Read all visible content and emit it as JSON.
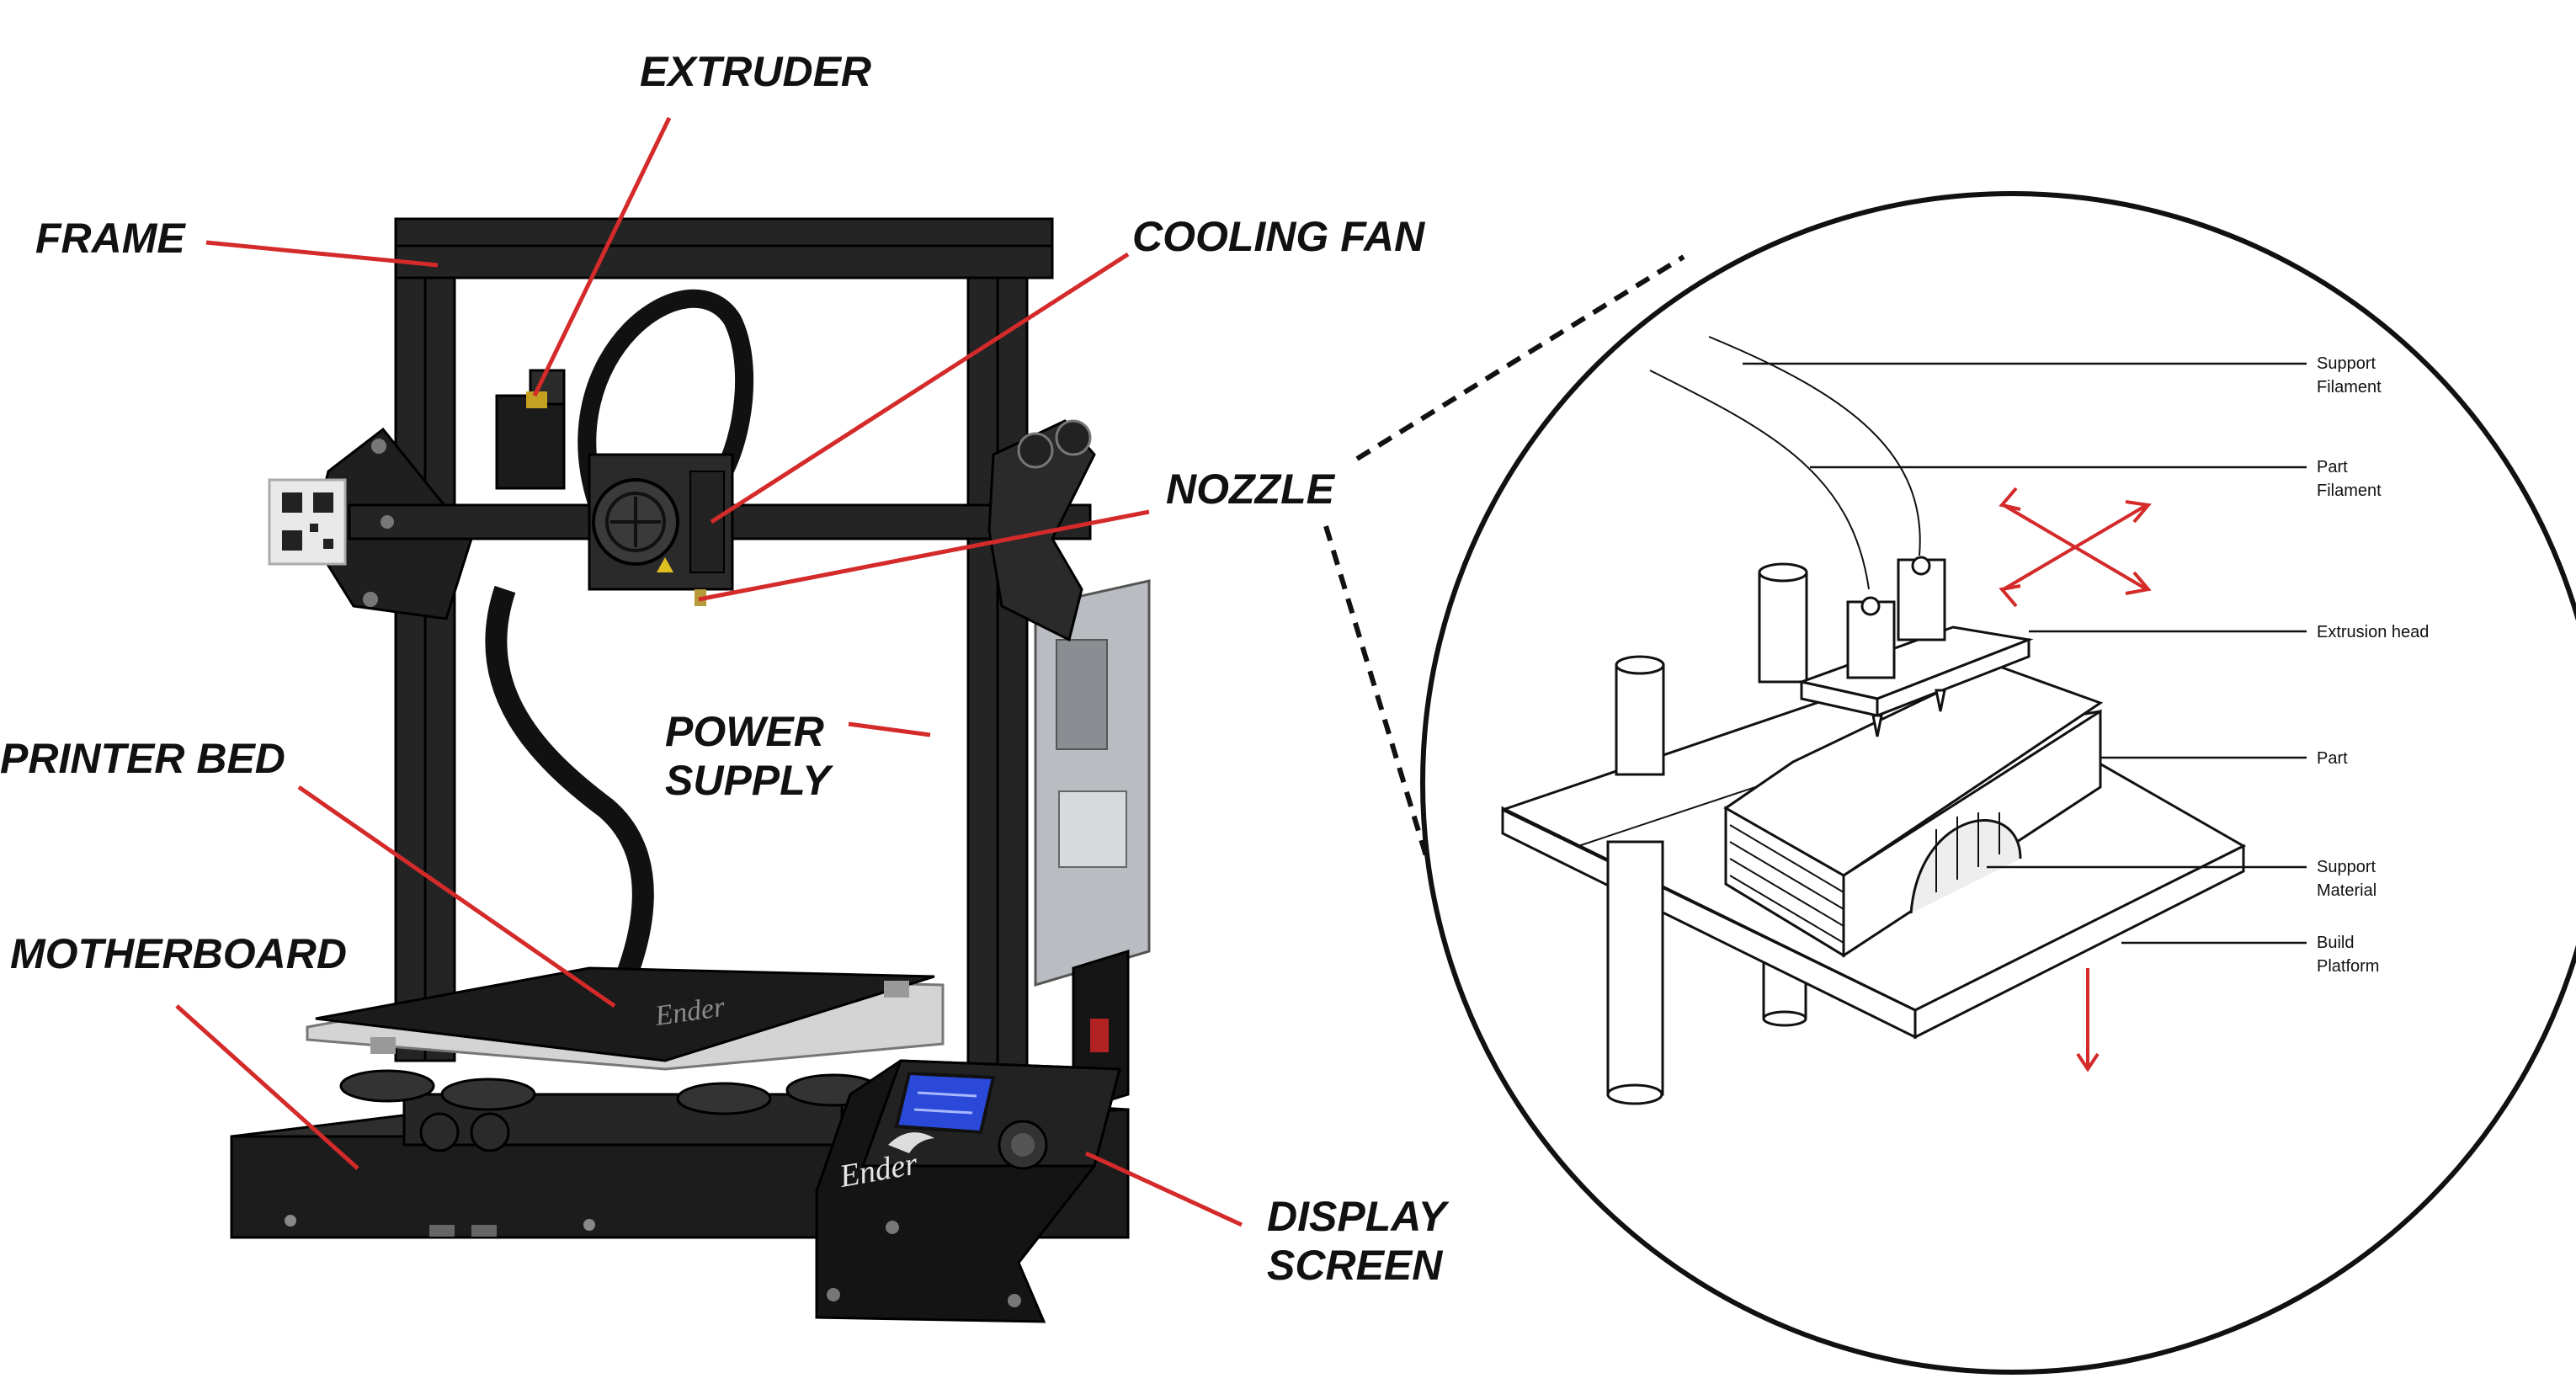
{
  "printer_labels": {
    "extruder": "EXTRUDER",
    "frame": "FRAME",
    "cooling_fan": "COOLING FAN",
    "nozzle": "NOZZLE",
    "power_supply_line1": "POWER",
    "power_supply_line2": "SUPPLY",
    "printer_bed": "PRINTER BED",
    "motherboard": "MOTHERBOARD",
    "display_screen_line1": "DISPLAY",
    "display_screen_line2": "SCREEN"
  },
  "printer_markings": {
    "bed_logo": "Ender",
    "control_logo": "Ender"
  },
  "fdm_labels": {
    "support_filament_line1": "Support",
    "support_filament_line2": "Filament",
    "part_filament_line1": "Part",
    "part_filament_line2": "Filament",
    "extrusion_head": "Extrusion head",
    "part": "Part",
    "support_material_line1": "Support",
    "support_material_line2": "Material",
    "build_platform_line1": "Build",
    "build_platform_line2": "Platform"
  },
  "colors": {
    "leader": "#d42a2a",
    "frame": "#1c1c1c",
    "screen": "#2a49d8",
    "arrow": "#d42a2a"
  },
  "icons": [
    "qr-code-icon",
    "fan-icon",
    "knob-icon",
    "dragon-logo-icon",
    "move-arrows-icon",
    "down-arrow-icon"
  ]
}
